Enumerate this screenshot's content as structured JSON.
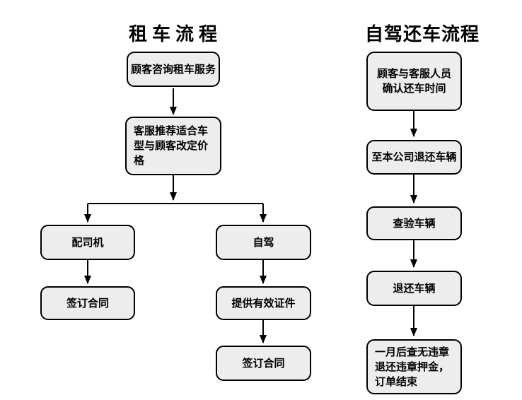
{
  "colors": {
    "background": "#ffffff",
    "node_fill": "#ededed",
    "node_border": "#000000",
    "arrow": "#000000"
  },
  "left_flow": {
    "title": "租车流程",
    "nodes": [
      {
        "id": "inquiry",
        "label": "顾客咨询租车服务"
      },
      {
        "id": "recommend",
        "label": [
          "客服推荐适合车",
          "型与顾客改定价",
          "格"
        ]
      },
      {
        "id": "with-driver",
        "label": "配司机"
      },
      {
        "id": "self-drive",
        "label": "自驾"
      },
      {
        "id": "sign-contract-driver",
        "label": "签订合同"
      },
      {
        "id": "provide-documents",
        "label": "提供有效证件"
      },
      {
        "id": "sign-contract-self",
        "label": "签订合同"
      }
    ],
    "edges": [
      [
        "inquiry",
        "recommend"
      ],
      [
        "recommend",
        "with-driver"
      ],
      [
        "recommend",
        "self-drive"
      ],
      [
        "with-driver",
        "sign-contract-driver"
      ],
      [
        "self-drive",
        "provide-documents"
      ],
      [
        "provide-documents",
        "sign-contract-self"
      ]
    ]
  },
  "right_flow": {
    "title": "自驾还车流程",
    "nodes": [
      {
        "id": "confirm-return-time",
        "label": [
          "顾客与客服人员",
          "确认还车时间"
        ]
      },
      {
        "id": "return-to-company",
        "label": "至本公司退还车辆"
      },
      {
        "id": "inspect-vehicle",
        "label": "查验车辆"
      },
      {
        "id": "return-vehicle",
        "label": "退还车辆"
      },
      {
        "id": "deposit-refund",
        "label": [
          "一月后查无违章",
          "退还违章押金，",
          "订单结束"
        ]
      }
    ],
    "edges": [
      [
        "confirm-return-time",
        "return-to-company"
      ],
      [
        "return-to-company",
        "inspect-vehicle"
      ],
      [
        "inspect-vehicle",
        "return-vehicle"
      ],
      [
        "return-vehicle",
        "deposit-refund"
      ]
    ]
  }
}
